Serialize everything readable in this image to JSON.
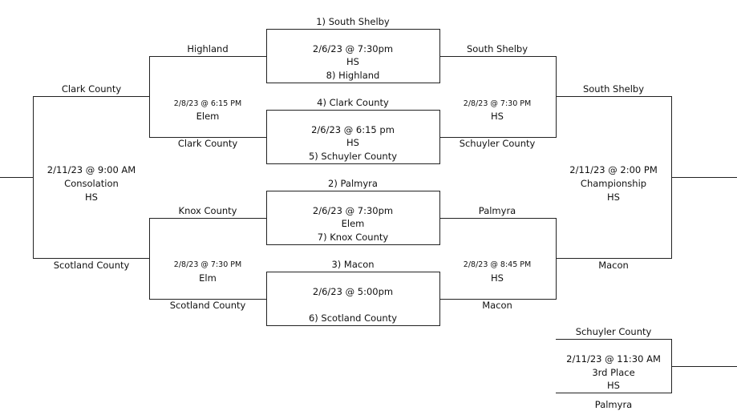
{
  "first_round": [
    {
      "top_seed": "1) South Shelby",
      "date": "2/6/23 @ 7:30pm",
      "location": "HS",
      "bottom_seed": "8) Highland"
    },
    {
      "top_seed": "4) Clark County",
      "date": "2/6/23 @ 6:15 pm",
      "location": "HS",
      "bottom_seed": "5) Schuyler County"
    },
    {
      "top_seed": "2) Palmyra",
      "date": "2/6/23 @ 7:30pm",
      "location": "Elem",
      "bottom_seed": "7) Knox County"
    },
    {
      "top_seed": "3) Macon",
      "date": "2/6/23 @ 5:00pm",
      "location": "",
      "bottom_seed": "6) Scotland County"
    }
  ],
  "winners_semis": [
    {
      "top_team": "South Shelby",
      "date": "2/8/23 @ 7:30 PM",
      "location": "HS",
      "bottom_team": "Schuyler County"
    },
    {
      "top_team": "Palmyra",
      "date": "2/8/23 @ 8:45 PM",
      "location": "HS",
      "bottom_team": "Macon"
    }
  ],
  "losers_semis": [
    {
      "top_team": "Highland",
      "date": "2/8/23 @ 6:15 PM",
      "location": "Elem",
      "bottom_team": "Clark County"
    },
    {
      "top_team": "Knox County",
      "date": "2/8/23 @ 7:30 PM",
      "location": "Elm",
      "bottom_team": "Scotland County"
    }
  ],
  "championship": {
    "top_team": "South Shelby",
    "date": "2/11/23 @ 2:00 PM",
    "name": "Championship",
    "location": "HS",
    "bottom_team": "Macon"
  },
  "consolation": {
    "top_team": "Clark County",
    "date": "2/11/23 @ 9:00 AM",
    "name": "Consolation",
    "location": "HS",
    "bottom_team": "Scotland County"
  },
  "third_place": {
    "top_team": "Schuyler County",
    "date": "2/11/23 @ 11:30 AM",
    "name": "3rd Place",
    "location": "HS",
    "bottom_team": "Palmyra"
  }
}
